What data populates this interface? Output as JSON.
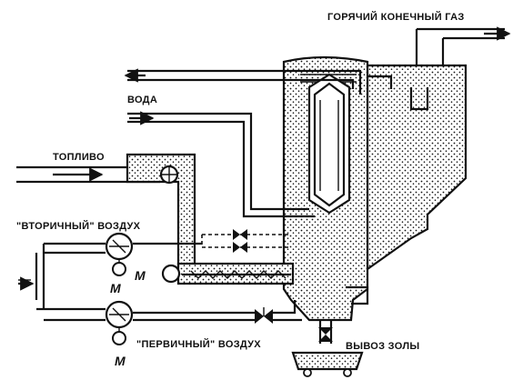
{
  "labels": {
    "hot_gas": "ГОРЯЧИЙ КОНЕЧНЫЙ ГАЗ",
    "water": "ВОДА",
    "fuel": "ТОПЛИВО",
    "secondary_air": "\"ВТОРИЧНЫЙ\" ВОЗДУХ",
    "primary_air": "\"ПЕРВИЧНЫЙ\" ВОЗДУХ",
    "ash_removal": "ВЫВОЗ ЗОЛЫ"
  },
  "motors": {
    "secondary": "M",
    "screw": "M",
    "primary": "M"
  }
}
